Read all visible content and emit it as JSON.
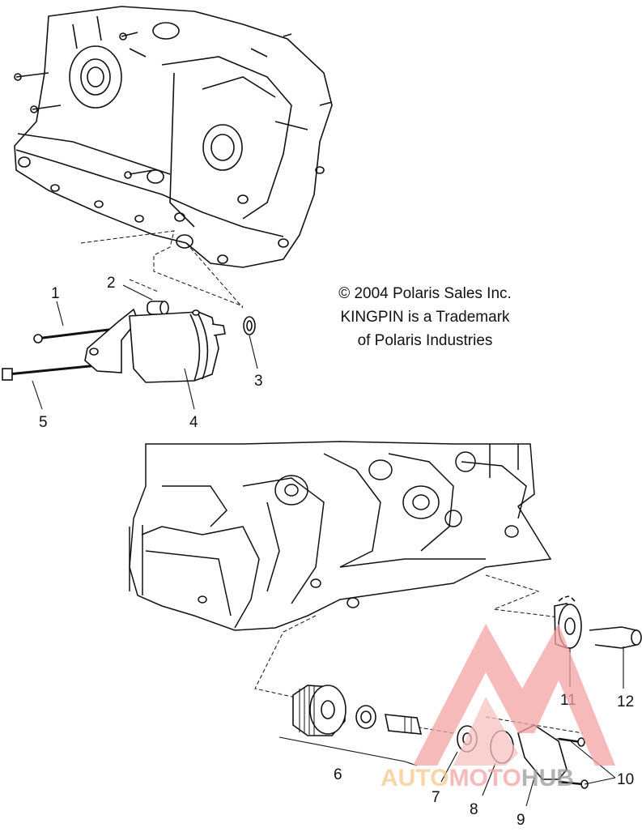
{
  "copyright": {
    "line1": "© 2004 Polaris Sales Inc.",
    "line2": "KINGPIN is a Trademark",
    "line3": "of Polaris Industries"
  },
  "callouts": [
    {
      "id": "c1",
      "label": "1"
    },
    {
      "id": "c2",
      "label": "2"
    },
    {
      "id": "c3",
      "label": "3"
    },
    {
      "id": "c4",
      "label": "4"
    },
    {
      "id": "c5",
      "label": "5"
    },
    {
      "id": "c6",
      "label": "6"
    },
    {
      "id": "c7",
      "label": "7"
    },
    {
      "id": "c8",
      "label": "8"
    },
    {
      "id": "c9",
      "label": "9"
    },
    {
      "id": "c10",
      "label": "10"
    },
    {
      "id": "c11",
      "label": "11"
    },
    {
      "id": "c12",
      "label": "12"
    }
  ],
  "watermark": {
    "part1": "AUTO",
    "part2": "MOTO",
    "part3": "HUB",
    "color_primary": "#f5a3a3",
    "color_accent": "#f6c98a",
    "color_dark": "#9a9a9a"
  }
}
